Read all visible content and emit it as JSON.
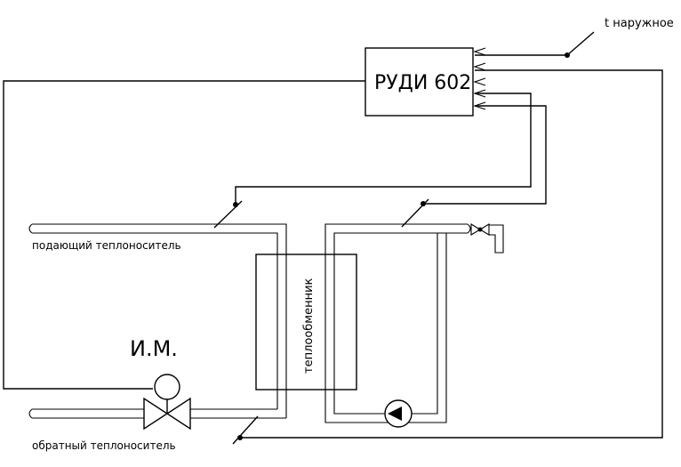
{
  "controller": {
    "label": "РУДИ 602"
  },
  "sensors": {
    "outdoor_label": "t наружное"
  },
  "pipes": {
    "supply_label": "подающий теплоноситель",
    "return_label": "обратный теплоноситель"
  },
  "heat_exchanger": {
    "label": "теплообменник"
  },
  "actuator": {
    "label": "И.М."
  }
}
